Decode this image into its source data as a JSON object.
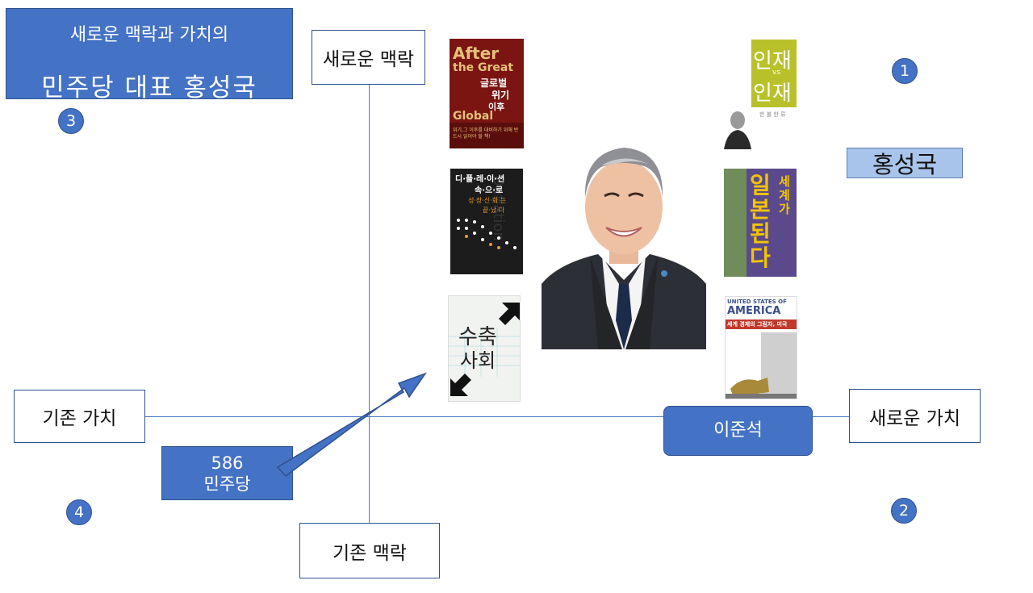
{
  "title_box": {
    "subtitle": "새로운 맥락과 가치의",
    "title": "민주당 대표 홍성국"
  },
  "axes": {
    "top": "새로운 맥락",
    "bottom": "기존 맥락",
    "left": "기존 가치",
    "right": "새로운 가치"
  },
  "quadrants": {
    "q1": "1",
    "q2": "2",
    "q3": "3",
    "q4": "4"
  },
  "name_tag": "홍성국",
  "boxes": {
    "lee": "이준석",
    "party_line1": "586",
    "party_line2": "민주당"
  },
  "books": [
    {
      "title_en_1": "After",
      "title_en_2": "the Great",
      "title_ko_1": "글로벌",
      "title_ko_2": "위기",
      "title_ko_3": "이후",
      "title_en_3": "Global",
      "blurb": "위기,그 이후를 대비하기 위해 반드시 읽어야 할 책!"
    },
    {
      "title_1": "디·플·레·이·션",
      "title_2": "속·으·로",
      "title_3": "성·장·신·화·는",
      "title_4": "끝·났·다",
      "bg_word": "Deflation"
    },
    {
      "title_1": "수축",
      "title_2": "사회"
    },
    {
      "title_1": "인재",
      "vs": "vs",
      "title_2": "인재",
      "sub": "한 불 한 류"
    },
    {
      "title_1": "세계가",
      "title_2": "일본된다"
    },
    {
      "title_en_1": "UNITED STATES OF",
      "title_en_2": "AMERICA",
      "title_ko": "세계 경제의 그림자, 미국"
    }
  ],
  "colors": {
    "accent": "#4472c4",
    "name_tag": "#a9c4ea"
  }
}
